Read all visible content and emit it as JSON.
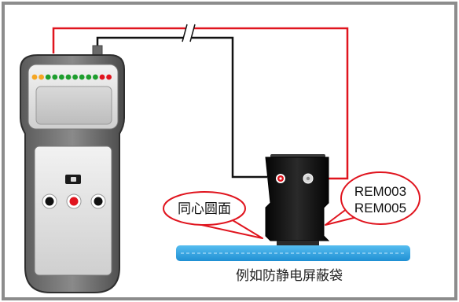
{
  "callouts": {
    "probe_label": "同心圆面",
    "model_line1": "REM003",
    "model_line2": "REM005"
  },
  "caption": "例如防静电屏蔽袋",
  "meter": {
    "led_colors": [
      "#f5a623",
      "#f5a623",
      "#1e9e2e",
      "#1e9e2e",
      "#1e9e2e",
      "#1e9e2e",
      "#1e9e2e",
      "#1e9e2e",
      "#1e9e2e",
      "#1e9e2e",
      "#e0141e",
      "#e0141e"
    ],
    "jack_colors": [
      "#111111",
      "#e0141e",
      "#111111"
    ]
  },
  "colors": {
    "frame": "#8c8c8c",
    "red_wire": "#e0141e",
    "black_wire": "#111111",
    "callout_stroke": "#e0141e",
    "bag": "#2aa2e4"
  }
}
